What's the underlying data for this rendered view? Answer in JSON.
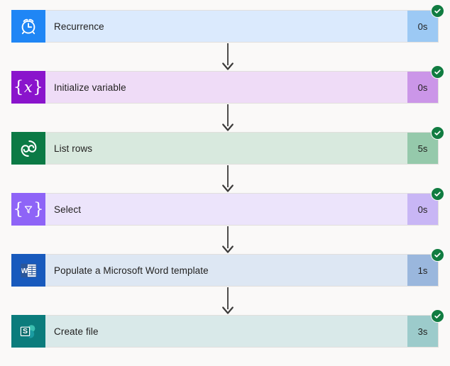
{
  "canvas": {
    "background": "#faf9f8",
    "connector_color": "#3b3a39",
    "card_border": "#e1dfdd",
    "text_color": "#201f1e",
    "status_color": "#107c41"
  },
  "flow": {
    "steps": [
      {
        "name": "Recurrence",
        "duration": "0s",
        "status": "succeeded",
        "icon": "alarm-clock-icon",
        "icon_bg": "#1f86f5",
        "body_bg": "#dbeafd",
        "duration_bg": "#9cc9f4"
      },
      {
        "name": "Initialize variable",
        "duration": "0s",
        "status": "succeeded",
        "icon": "variable-braces-x-icon",
        "icon_bg": "#8a14cc",
        "body_bg": "#efdcf7",
        "duration_bg": "#cb96e8"
      },
      {
        "name": "List rows",
        "duration": "5s",
        "status": "succeeded",
        "icon": "dataverse-swirl-icon",
        "icon_bg": "#0b7a45",
        "body_bg": "#d8e9de",
        "duration_bg": "#95c9ab"
      },
      {
        "name": "Select",
        "duration": "0s",
        "status": "succeeded",
        "icon": "select-funnel-braces-icon",
        "icon_bg": "#8e64f7",
        "body_bg": "#ece4fb",
        "duration_bg": "#c8b6f5"
      },
      {
        "name": "Populate a Microsoft Word template",
        "duration": "1s",
        "status": "succeeded",
        "icon": "microsoft-word-icon",
        "icon_bg": "#185abd",
        "body_bg": "#dde7f3",
        "duration_bg": "#9ab7dd"
      },
      {
        "name": "Create file",
        "duration": "3s",
        "status": "succeeded",
        "icon": "sharepoint-icon",
        "icon_bg": "#0b7c7c",
        "body_bg": "#d9e9e9",
        "duration_bg": "#9ccbcb"
      }
    ]
  }
}
